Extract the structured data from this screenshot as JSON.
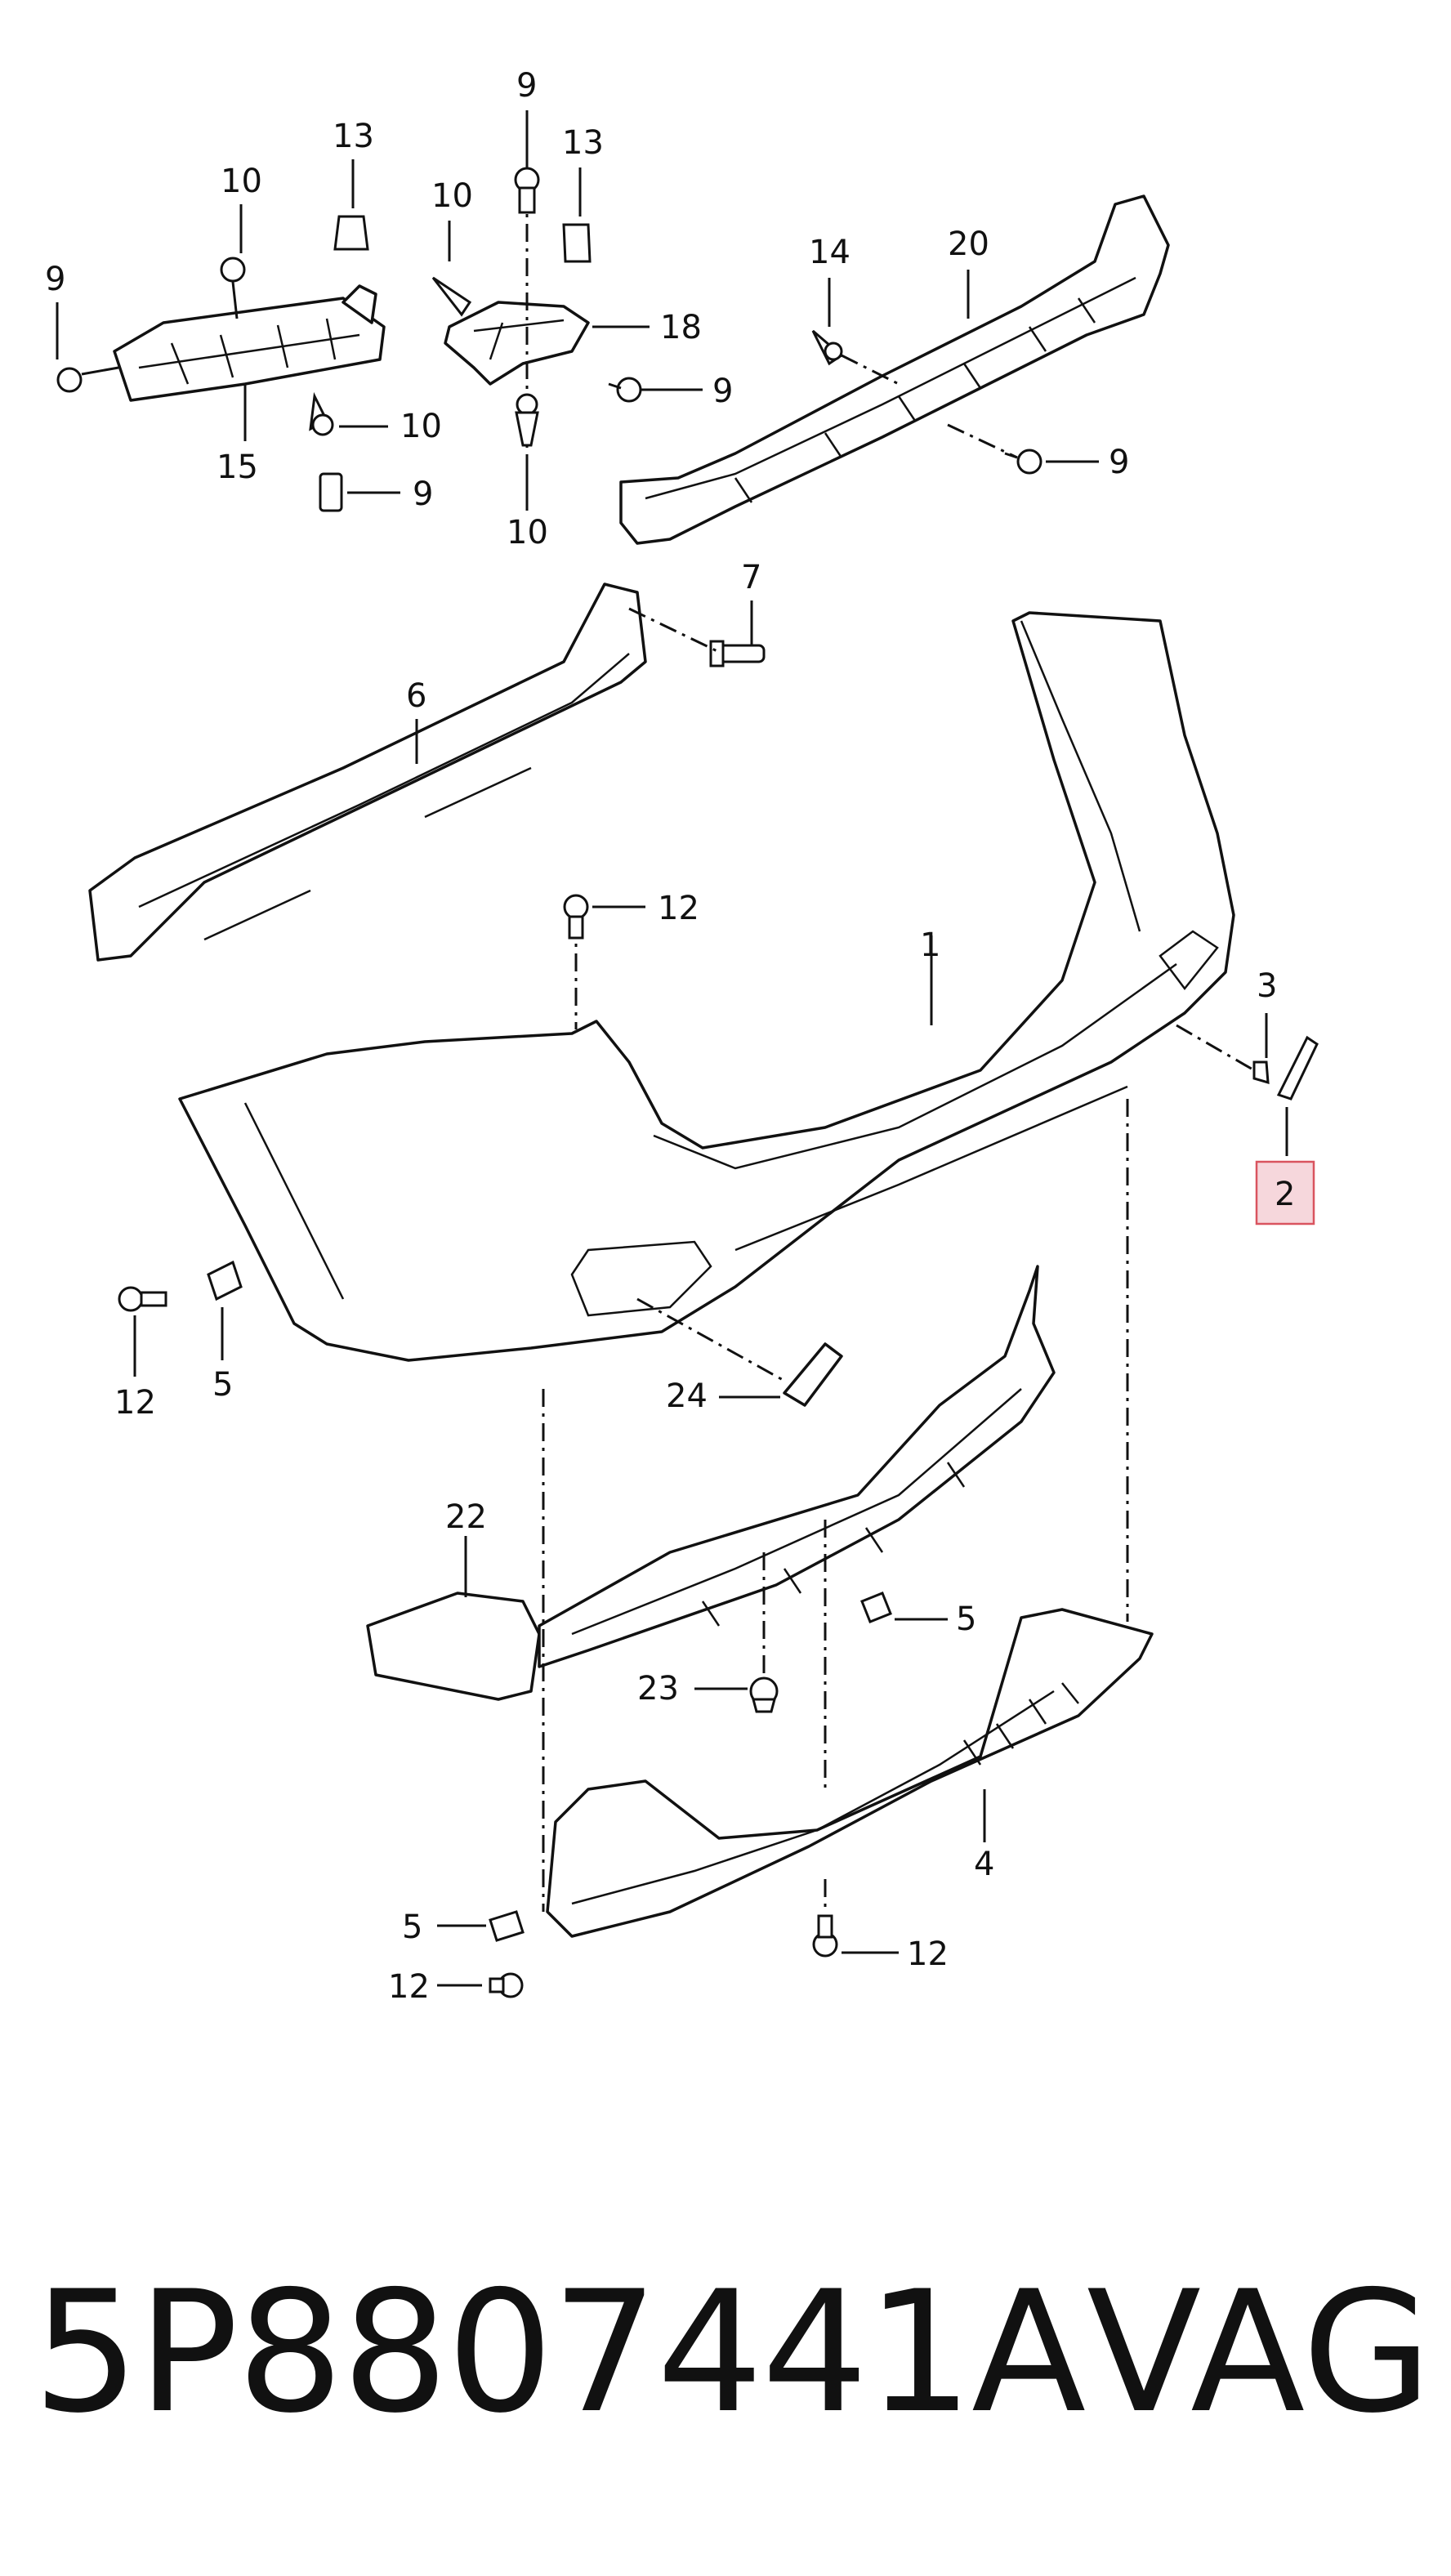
{
  "callouts": {
    "c1": "1",
    "c2": "2",
    "c3": "3",
    "c4": "4",
    "c5a": "5",
    "c5b": "5",
    "c5c": "5",
    "c6": "6",
    "c7": "7",
    "c9a": "9",
    "c9b": "9",
    "c9c": "9",
    "c9d": "9",
    "c9e": "9",
    "c10a": "10",
    "c10b": "10",
    "c10c": "10",
    "c10d": "10",
    "c12a": "12",
    "c12b": "12",
    "c12c": "12",
    "c12d": "12",
    "c13a": "13",
    "c13b": "13",
    "c14": "14",
    "c15": "15",
    "c18": "18",
    "c20": "20",
    "c22": "22",
    "c23": "23",
    "c24": "24"
  },
  "highlighted_callout": "2",
  "highlight_color": "#f6d7dc",
  "highlight_border": "#d9545f",
  "footer": {
    "part_number": "5P8807441A",
    "brand": "VAG"
  }
}
